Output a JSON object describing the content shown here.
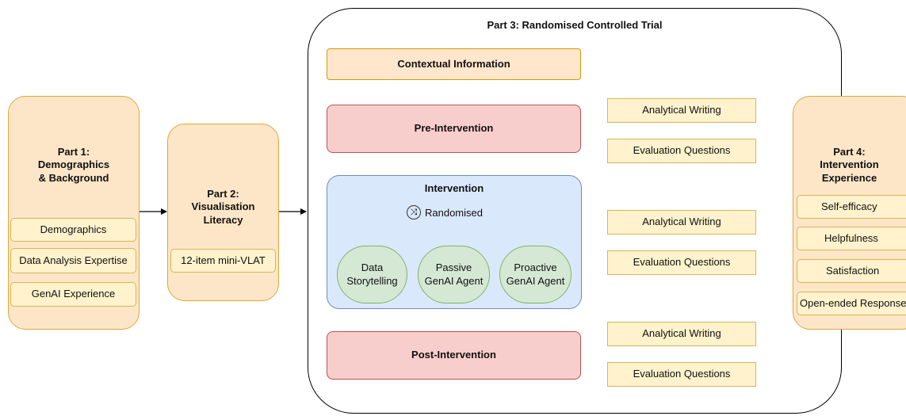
{
  "part1": {
    "title": "Part 1:\nDemographics\n& Background",
    "items": [
      "Demographics",
      "Data Analysis Expertise",
      "GenAI Experience"
    ]
  },
  "part2": {
    "title": "Part 2:\nVisualisation\nLiteracy",
    "items": [
      "12-item mini-VLAT"
    ]
  },
  "part3": {
    "title": "Part 3: Randomised Controlled Trial",
    "contextual": "Contextual Information",
    "pre": "Pre-Intervention",
    "intervention": "Intervention",
    "randomised": "Randomised",
    "conditions": [
      "Data\nStorytelling",
      "Passive\nGenAI Agent",
      "Proactive\nGenAI Agent"
    ],
    "post": "Post-Intervention",
    "side_items": [
      "Analytical Writing",
      "Evaluation Questions"
    ]
  },
  "part4": {
    "title": "Part 4:\nIntervention\nExperience",
    "items": [
      "Self-efficacy",
      "Helpfulness",
      "Satisfaction",
      "Open-ended Responses"
    ]
  },
  "icons": {
    "shuffle": "shuffle-icon"
  }
}
